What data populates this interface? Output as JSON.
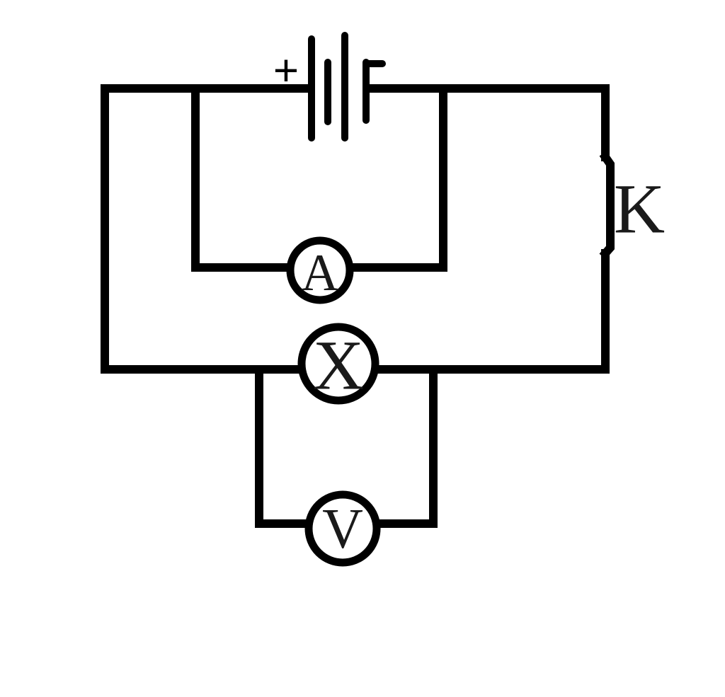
{
  "battery": {
    "positive_sign": "+",
    "negative_sign": "-"
  },
  "switch": {
    "label": "K"
  },
  "ammeter": {
    "label": "A"
  },
  "lamp": {
    "label": "X"
  },
  "voltmeter": {
    "label": "V"
  },
  "colors": {
    "wire": "#000000",
    "text": "#1a1a1a",
    "background": "#ffffff"
  }
}
